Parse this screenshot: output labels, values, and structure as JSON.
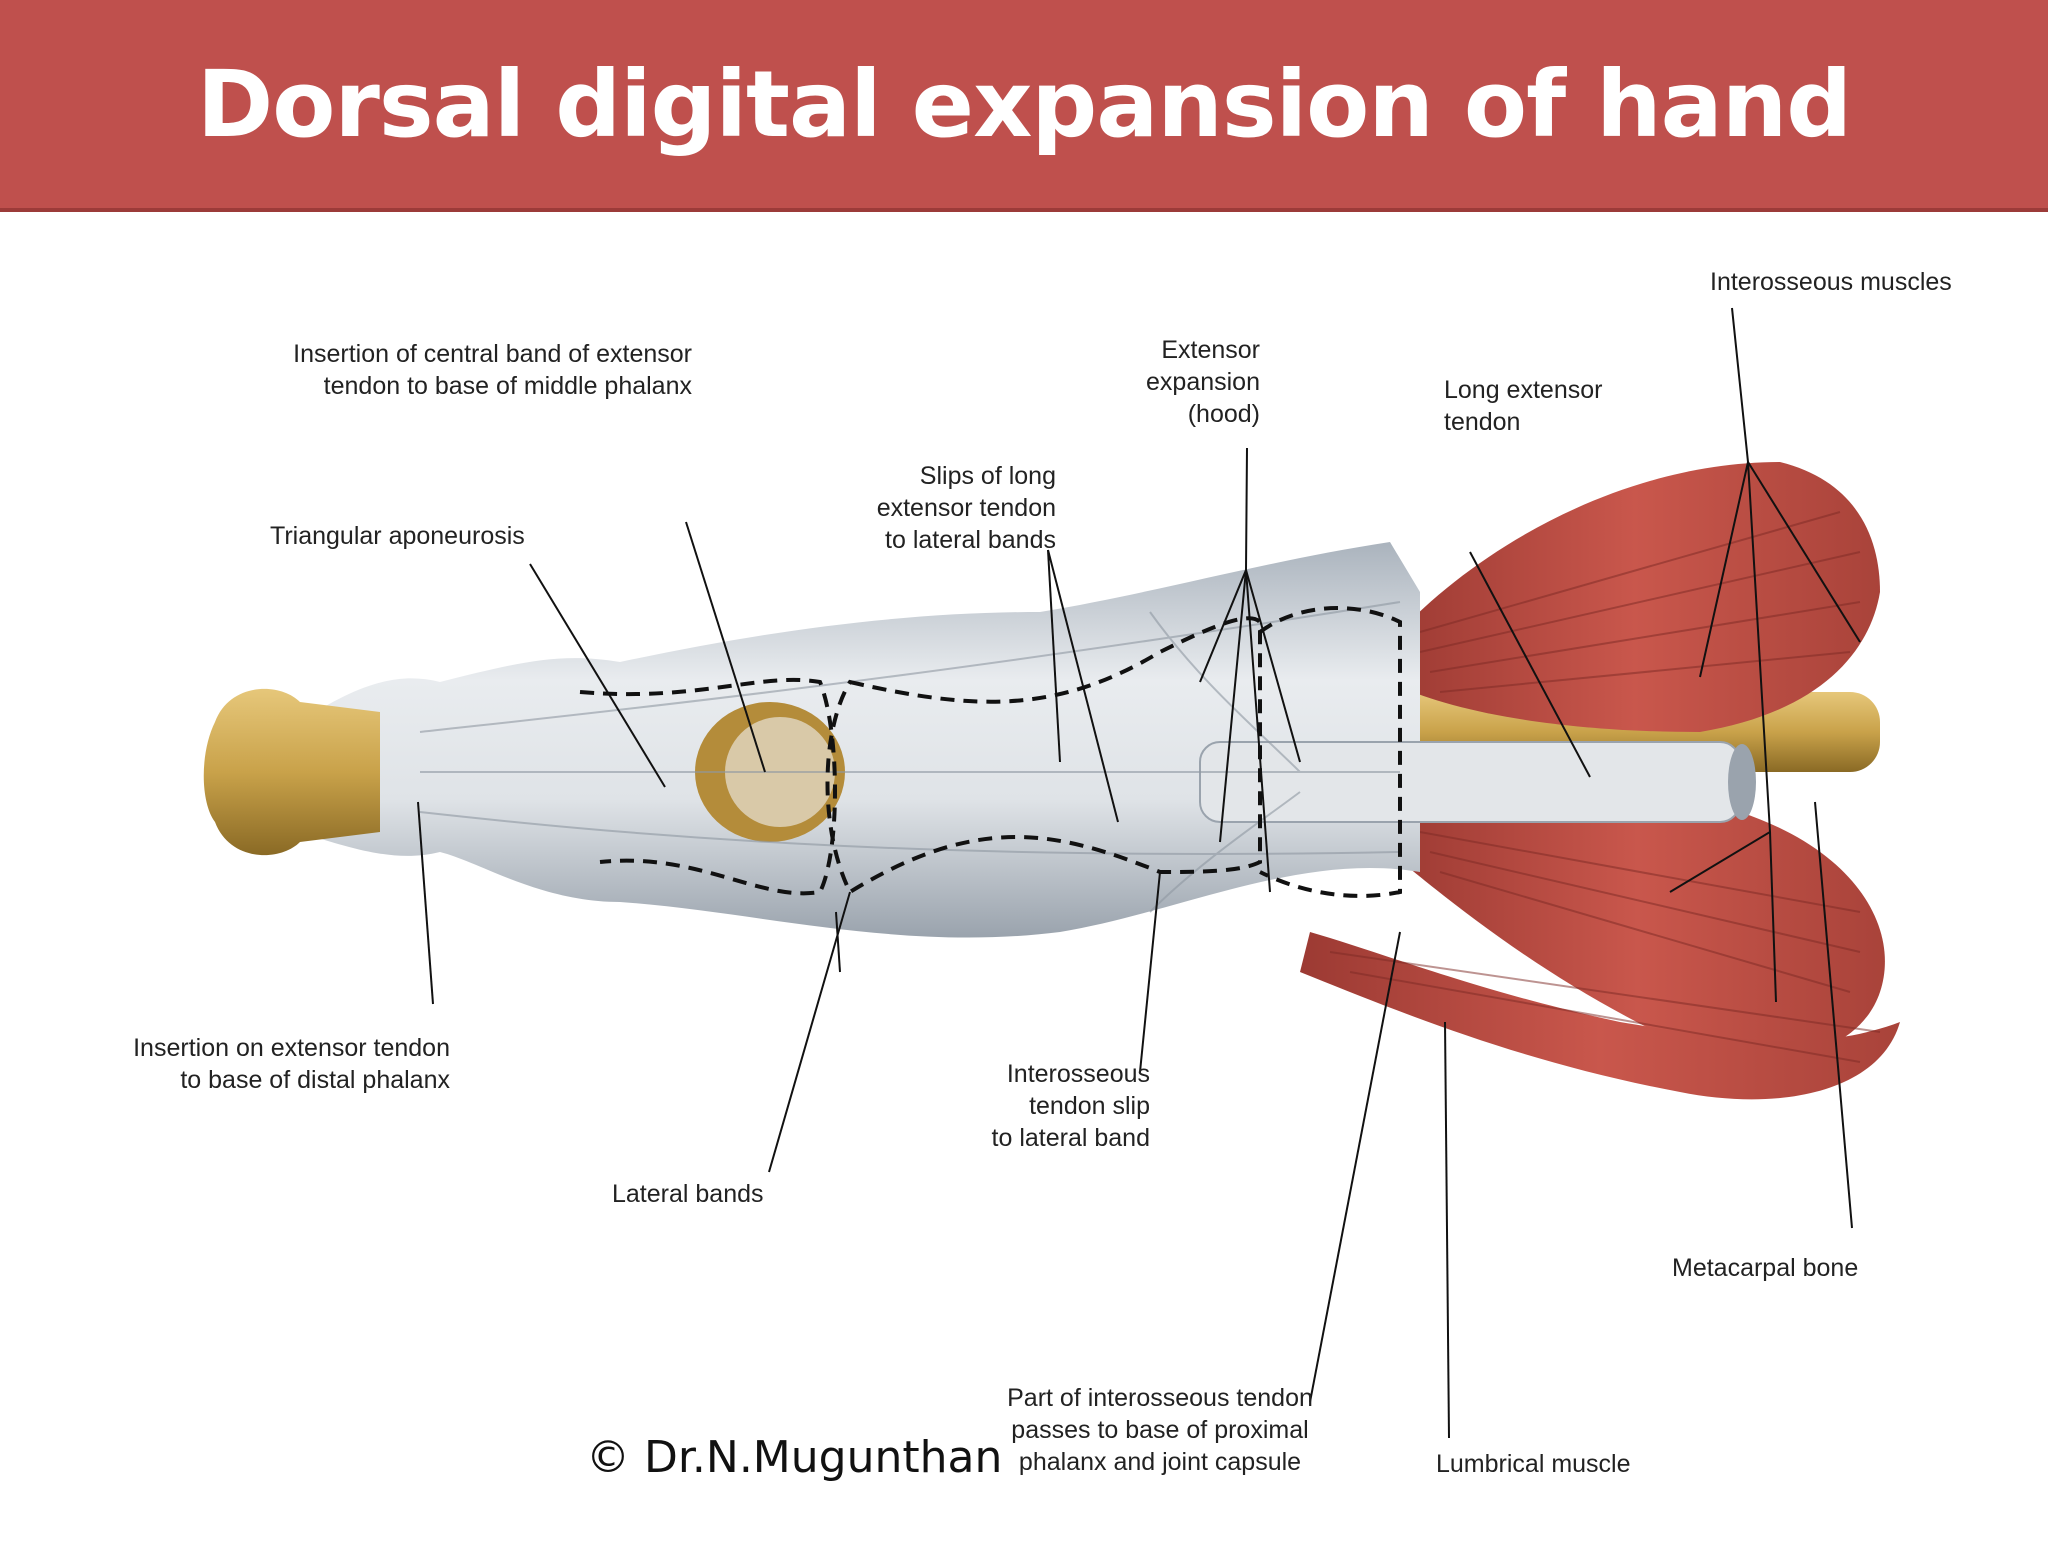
{
  "title": "Dorsal digital expansion of hand",
  "labels": {
    "interosseous_muscles": "Interosseous muscles",
    "central_band_1": "Insertion of central band of extensor",
    "central_band_2": "tendon to base of middle phalanx",
    "extensor_expansion_1": "Extensor",
    "extensor_expansion_2": "expansion",
    "extensor_expansion_3": "(hood)",
    "long_extensor_1": "Long extensor",
    "long_extensor_2": "tendon",
    "slips_1": "Slips of long",
    "slips_2": "extensor tendon",
    "slips_3": "to lateral bands",
    "triangular": "Triangular aponeurosis",
    "distal_insertion_1": "Insertion on extensor tendon",
    "distal_insertion_2": "to base of distal phalanx",
    "interosseous_slip_1": "Interosseous",
    "interosseous_slip_2": "tendon slip",
    "interosseous_slip_3": "to lateral band",
    "lateral_bands": "Lateral bands",
    "metacarpal": "Metacarpal bone",
    "part_interosseous_1": "Part of interosseous tendon",
    "part_interosseous_2": "passes to base of proximal",
    "part_interosseous_3": "phalanx and joint capsule",
    "lumbrical": "Lumbrical muscle"
  },
  "copyright": "© Dr.N.Mugunthan",
  "colors": {
    "title_bar": "#bf504d",
    "muscle": "#b5453c",
    "tendon": "#d8dce0",
    "bone": "#c9a24a"
  }
}
